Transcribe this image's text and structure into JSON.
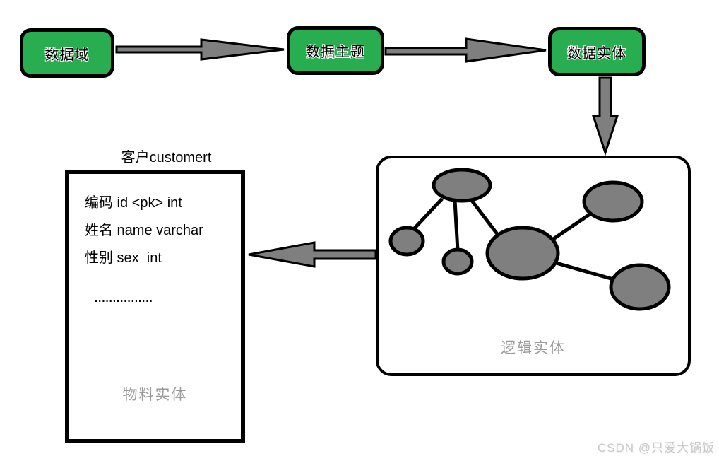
{
  "flow_boxes": [
    {
      "label": "数据域"
    },
    {
      "label": "数据主题"
    },
    {
      "label": "数据实体"
    }
  ],
  "entity_table": {
    "title": "客户customert",
    "rows": [
      "编码 id <pk> int",
      "姓名 name varchar",
      "性别 sex  int"
    ],
    "ellipsis": "................",
    "caption": "物料实体"
  },
  "logical_box": {
    "caption": "逻辑实体"
  },
  "watermark": "CSDN @只爱大锅饭",
  "colors": {
    "box_green": "#28ae50",
    "shape_gray": "#7f7f7f",
    "caption_gray": "#9b9b9b",
    "watermark_gray": "#c9c9c9",
    "outline_black": "#000000"
  }
}
